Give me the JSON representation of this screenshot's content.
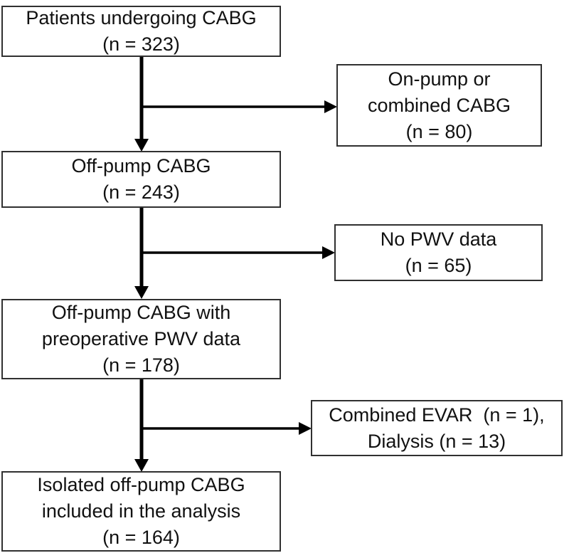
{
  "figure": {
    "background_color": "#ffffff",
    "box_border_color": "#303030",
    "arrow_color": "#000000",
    "text_color": "#111111"
  },
  "nodes": {
    "patients_cabg": {
      "line1": "Patients undergoing CABG",
      "line2": "(n = 323)",
      "n": 323
    },
    "on_pump_combined": {
      "line1": "On-pump or",
      "line2": "combined CABG",
      "line3": "(n = 80)",
      "n": 80
    },
    "off_pump": {
      "line1": "Off-pump CABG",
      "line2": "(n = 243)",
      "n": 243
    },
    "no_pwv": {
      "line1": "No PWV data",
      "line2": "(n = 65)",
      "n": 65
    },
    "off_pump_pwv": {
      "line1": "Off-pump CABG with",
      "line2": "preoperative PWV data",
      "line3": "(n = 178)",
      "n": 178
    },
    "excluded_evar_dialysis": {
      "line1": "Combined EVAR  (n = 1),",
      "line2": "Dialysis (n = 13)"
    },
    "final_analysis": {
      "line1": "Isolated off-pump CABG",
      "line2": "included in the analysis",
      "line3": "(n = 164)",
      "n": 164
    }
  },
  "edges": [
    {
      "from": "patients_cabg",
      "to": "off_pump",
      "style": "down-arrow"
    },
    {
      "from": "patients_cabg",
      "to": "on_pump_combined",
      "style": "right-branch-arrow"
    },
    {
      "from": "off_pump",
      "to": "off_pump_pwv",
      "style": "down-arrow"
    },
    {
      "from": "off_pump",
      "to": "no_pwv",
      "style": "right-branch-arrow"
    },
    {
      "from": "off_pump_pwv",
      "to": "final_analysis",
      "style": "down-arrow"
    },
    {
      "from": "off_pump_pwv",
      "to": "excluded_evar_dialysis",
      "style": "right-branch-arrow"
    }
  ]
}
